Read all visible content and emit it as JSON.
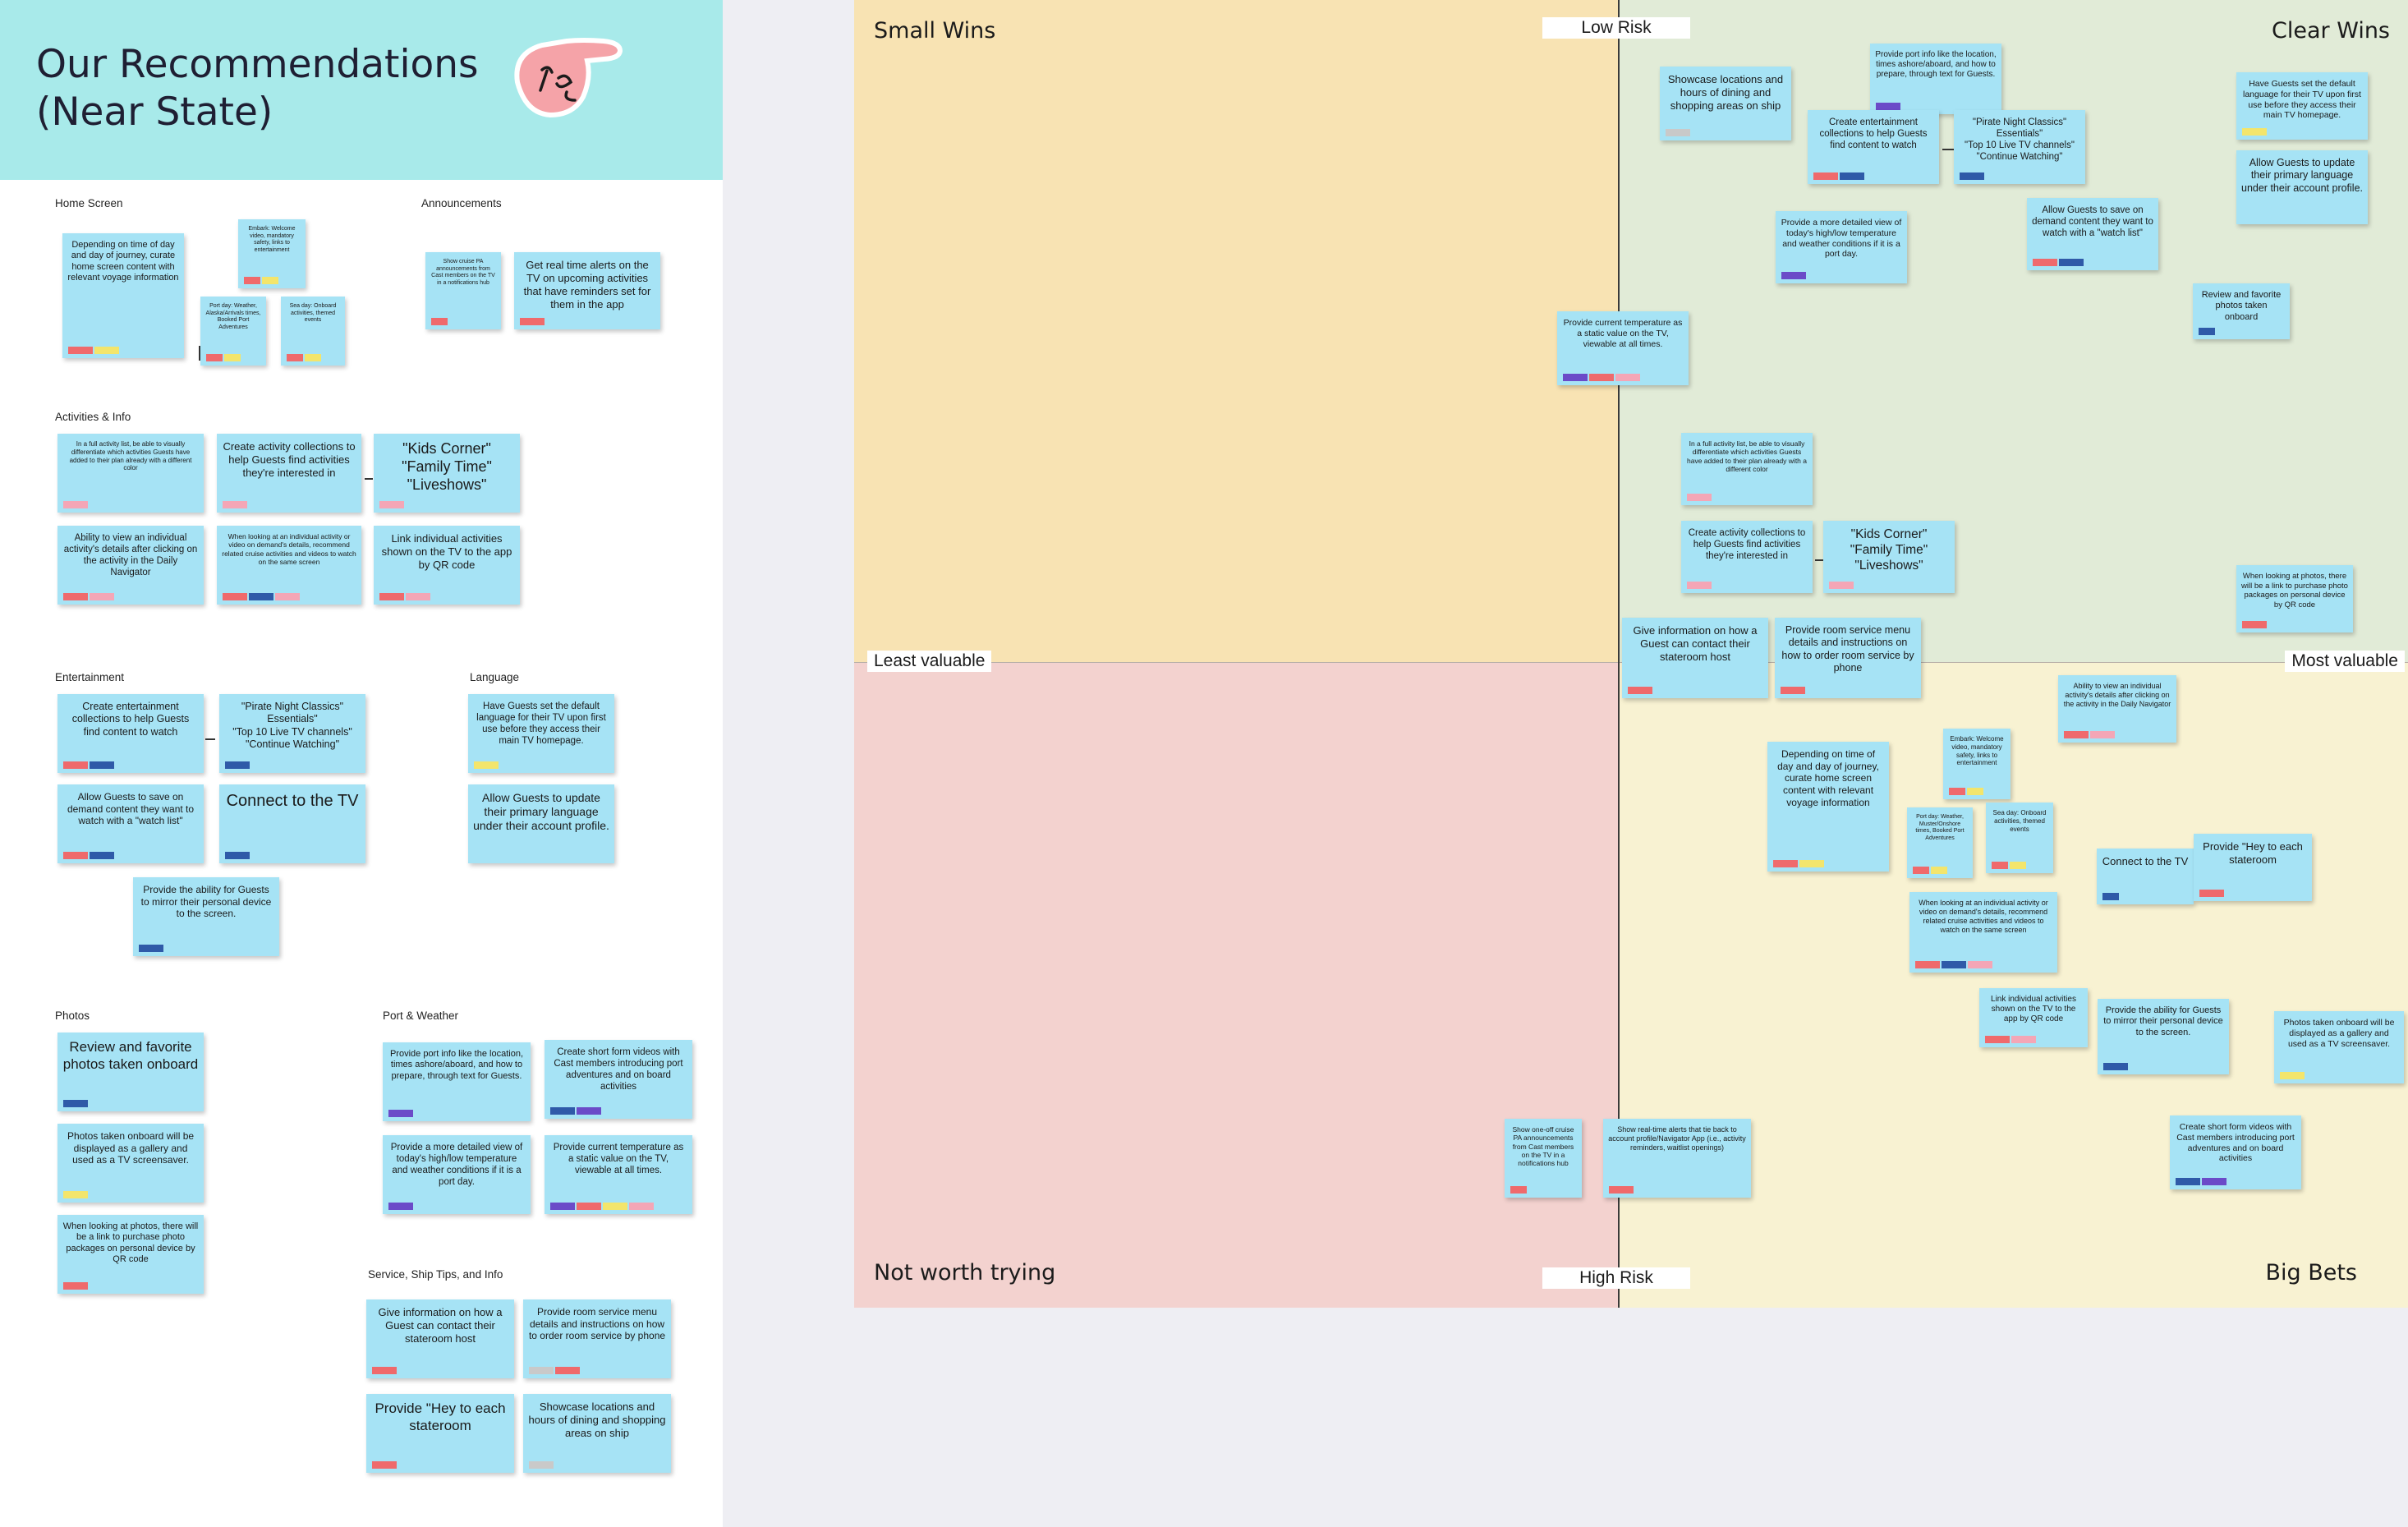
{
  "page": {
    "title": "Our Recommendations\n(Near State)"
  },
  "tag_colors": {
    "red": "#ef6a6c",
    "pink": "#f4a6b6",
    "yellow": "#f3e56c",
    "blue": "#2f5aa8",
    "purple": "#6b4bc8",
    "gray": "#c9c9c9"
  },
  "left": {
    "sections": [
      {
        "id": "home",
        "label": "Home Screen"
      },
      {
        "id": "announcements",
        "label": "Announcements"
      },
      {
        "id": "activities",
        "label": "Activities & Info"
      },
      {
        "id": "entertainment",
        "label": "Entertainment"
      },
      {
        "id": "language",
        "label": "Language"
      },
      {
        "id": "photos",
        "label": "Photos"
      },
      {
        "id": "port",
        "label": "Port & Weather"
      },
      {
        "id": "service",
        "label": "Service, Ship Tips, and Info"
      }
    ],
    "notes": [
      {
        "id": "home-curate",
        "text": "Depending on time of day and day of journey, curate home screen content with relevant voyage information",
        "tags": [
          "red",
          "yellow"
        ]
      },
      {
        "id": "home-embark",
        "text": "Embark: Welcome video, mandatory safety, links to entertainment",
        "tags": [
          "red",
          "yellow"
        ]
      },
      {
        "id": "home-portday",
        "text": "Port day: Weather, Alaska/Arrivals times, Booked Port Adventures",
        "tags": [
          "red",
          "yellow"
        ]
      },
      {
        "id": "home-seaday",
        "text": "Sea day: Onboard activities, themed events",
        "tags": [
          "red",
          "yellow"
        ]
      },
      {
        "id": "ann-pa",
        "text": "Show cruise PA announcements from Cast members on the TV in a notifications hub",
        "tags": [
          "red"
        ]
      },
      {
        "id": "ann-alerts",
        "text": "Get real time alerts on the TV on upcoming activities that have reminders set for them in the app",
        "tags": [
          "red"
        ]
      },
      {
        "id": "act-differentiate",
        "text": "In a full activity list, be able to visually differentiate which activities Guests have added to their plan already with a different color",
        "tags": [
          "pink"
        ]
      },
      {
        "id": "act-collections",
        "text": "Create activity collections to help Guests find activities they're interested in",
        "tags": [
          "pink"
        ]
      },
      {
        "id": "act-kids",
        "text": "\"Kids Corner\"\n\"Family Time\"\n\"Liveshows\"",
        "tags": [
          "pink"
        ]
      },
      {
        "id": "act-details",
        "text": "Ability to view an individual activity's details after clicking on the activity in the Daily Navigator",
        "tags": [
          "red",
          "pink"
        ]
      },
      {
        "id": "act-recommend",
        "text": "When looking at an individual activity or video on demand's details, recommend related cruise activities and videos to watch on the same screen",
        "tags": [
          "red",
          "blue",
          "pink"
        ]
      },
      {
        "id": "act-qr",
        "text": "Link individual activities shown on the TV to the app by QR code",
        "tags": [
          "red",
          "pink"
        ]
      },
      {
        "id": "ent-collections",
        "text": "Create entertainment collections to help Guests find content to watch",
        "tags": [
          "red",
          "blue"
        ]
      },
      {
        "id": "ent-pirate",
        "text": "\"Pirate Night Classics\"\n Essentials\"\n\"Top 10 Live TV channels\"\n\"Continue Watching\"",
        "tags": [
          "blue"
        ]
      },
      {
        "id": "ent-save",
        "text": "Allow Guests to save on demand content they want to watch with a \"watch list\"",
        "tags": [
          "red",
          "blue"
        ]
      },
      {
        "id": "ent-connect",
        "text": "Connect to the TV",
        "tags": [
          "blue"
        ]
      },
      {
        "id": "ent-mirror",
        "text": "Provide the ability for Guests to mirror their personal device to the screen.",
        "tags": [
          "blue"
        ]
      },
      {
        "id": "lang-default",
        "text": "Have Guests set the default language for their TV upon first use before they access their main TV homepage.",
        "tags": [
          "yellow"
        ]
      },
      {
        "id": "lang-update",
        "text": "Allow Guests to update their primary language under their account profile.",
        "tags": []
      },
      {
        "id": "photo-review",
        "text": "Review and favorite photos taken onboard",
        "tags": [
          "blue"
        ]
      },
      {
        "id": "photo-gallery",
        "text": "Photos taken onboard will be displayed as a gallery and used as a TV screensaver.",
        "tags": [
          "yellow"
        ]
      },
      {
        "id": "photo-purchase",
        "text": "When looking at photos, there will be a link to purchase photo packages on personal device by QR code",
        "tags": [
          "red"
        ]
      },
      {
        "id": "port-info",
        "text": "Provide port info like the location, times ashore/aboard, and how to prepare, through text for Guests.",
        "tags": [
          "purple"
        ]
      },
      {
        "id": "port-videos",
        "text": "Create short form videos with Cast members introducing port adventures and on board activities",
        "tags": [
          "blue",
          "purple"
        ]
      },
      {
        "id": "port-forecast",
        "text": "Provide a more detailed view of today's high/low temperature and weather conditions if it is a port day.",
        "tags": [
          "purple"
        ]
      },
      {
        "id": "port-temp",
        "text": "Provide current temperature as a static value on the TV, viewable at all times.",
        "tags": [
          "purple",
          "red",
          "yellow",
          "pink"
        ]
      },
      {
        "id": "svc-host",
        "text": "Give information on how a Guest can contact their stateroom host",
        "tags": [
          "red"
        ]
      },
      {
        "id": "svc-roomservice",
        "text": "Provide room service menu details and instructions on how to order room service by phone",
        "tags": [
          "gray",
          "red"
        ]
      },
      {
        "id": "svc-hey",
        "text": "Provide \"Hey to each stateroom",
        "tags": [
          "red"
        ]
      },
      {
        "id": "svc-dining",
        "text": "Showcase locations and hours of dining and shopping areas on ship",
        "tags": [
          "gray"
        ]
      }
    ]
  },
  "matrix": {
    "quadrants": {
      "top_left": {
        "label": "Small Wins",
        "color": "#f8e3b3"
      },
      "top_right": {
        "label": "Clear Wins",
        "color": "#e1ebd7"
      },
      "bottom_left": {
        "label": "Not worth trying",
        "color": "#f3d2cf"
      },
      "bottom_right": {
        "label": "Big Bets",
        "color": "#f8f2d2"
      }
    },
    "axis": {
      "top": "Low Risk",
      "bottom": "High Risk",
      "left": "Least valuable",
      "right": "Most valuable"
    },
    "notes": [
      {
        "id": "m-dining",
        "text": "Showcase locations and hours of dining and shopping areas on ship",
        "tags": [
          "gray"
        ]
      },
      {
        "id": "m-portinfo",
        "text": "Provide port info like the location, times ashore/aboard, and how to prepare, through text for Guests.",
        "tags": [
          "purple"
        ]
      },
      {
        "id": "m-entcoll",
        "text": "Create entertainment collections to help Guests find content to watch",
        "tags": [
          "red",
          "blue"
        ]
      },
      {
        "id": "m-pirate",
        "text": "\"Pirate Night Classics\"\n Essentials\"\n\"Top 10 Live TV channels\"\n\"Continue Watching\"",
        "tags": [
          "blue"
        ]
      },
      {
        "id": "m-langdefault",
        "text": "Have Guests set the default language for their TV upon first use before they access their main TV homepage.",
        "tags": [
          "yellow"
        ]
      },
      {
        "id": "m-langupdate",
        "text": "Allow Guests to update their primary language under their account profile.",
        "tags": []
      },
      {
        "id": "m-forecast",
        "text": "Provide a more detailed view of today's high/low temperature and weather conditions if it is a port day.",
        "tags": [
          "purple"
        ]
      },
      {
        "id": "m-save",
        "text": "Allow Guests to save on demand content they want to watch with a \"watch list\"",
        "tags": [
          "red",
          "blue"
        ]
      },
      {
        "id": "m-review",
        "text": "Review and favorite photos taken onboard",
        "tags": [
          "blue"
        ]
      },
      {
        "id": "m-temp",
        "text": "Provide current temperature as a static value on the TV, viewable at all times.",
        "tags": [
          "purple",
          "red",
          "pink"
        ]
      },
      {
        "id": "m-differentiate",
        "text": "In a full activity list, be able to visually differentiate which activities Guests have added to their plan already with a different color",
        "tags": [
          "pink"
        ]
      },
      {
        "id": "m-actcoll",
        "text": "Create activity collections to help Guests find activities they're interested in",
        "tags": [
          "pink"
        ]
      },
      {
        "id": "m-kids",
        "text": "\"Kids Corner\"\n\"Family Time\"\n\"Liveshows\"",
        "tags": [
          "pink"
        ]
      },
      {
        "id": "m-purchase",
        "text": "When looking at photos, there will be a link to purchase photo packages on personal device by QR code",
        "tags": [
          "red"
        ]
      },
      {
        "id": "m-host",
        "text": "Give information on how a Guest can contact their stateroom host",
        "tags": [
          "red"
        ]
      },
      {
        "id": "m-roomservice",
        "text": "Provide room service menu details and instructions on how to order room service by phone",
        "tags": [
          "red"
        ]
      },
      {
        "id": "m-details",
        "text": "Ability to view an individual activity's details after clicking on the activity in the Daily Navigator",
        "tags": [
          "red",
          "pink"
        ]
      },
      {
        "id": "m-curate",
        "text": "Depending on time of day and day of journey, curate home screen content with relevant voyage information",
        "tags": [
          "red",
          "yellow"
        ]
      },
      {
        "id": "m-embark",
        "text": "Embark: Welcome video, mandatory safety, links to entertainment",
        "tags": [
          "red",
          "yellow"
        ]
      },
      {
        "id": "m-portday",
        "text": "Port day: Weather, Muster/Onshore times, Booked Port Adventures",
        "tags": [
          "red",
          "yellow"
        ]
      },
      {
        "id": "m-seaday",
        "text": "Sea day: Onboard activities, themed events",
        "tags": [
          "red",
          "yellow"
        ]
      },
      {
        "id": "m-connect",
        "text": "Connect to the TV",
        "tags": [
          "blue"
        ]
      },
      {
        "id": "m-hey",
        "text": "Provide \"Hey to each stateroom",
        "tags": [
          "red"
        ]
      },
      {
        "id": "m-recommend",
        "text": "When looking at an individual activity or video on demand's details, recommend related cruise activities and videos to watch on the same screen",
        "tags": [
          "red",
          "blue",
          "pink"
        ]
      },
      {
        "id": "m-qr",
        "text": "Link individual activities shown on the TV to the app by QR code",
        "tags": [
          "red",
          "pink"
        ]
      },
      {
        "id": "m-mirror",
        "text": "Provide the ability for Guests to mirror their personal device to the screen.",
        "tags": [
          "blue"
        ]
      },
      {
        "id": "m-gallery",
        "text": "Photos taken onboard will be displayed as a gallery and used as a TV screensaver.",
        "tags": [
          "yellow"
        ]
      },
      {
        "id": "m-pa",
        "text": "Show one-off cruise PA announcements from Cast members on the TV in a notifications hub",
        "tags": [
          "red"
        ]
      },
      {
        "id": "m-alerts",
        "text": "Show real-time alerts that tie back to account profile/Navigator App (i.e., activity reminders, waitlist openings)",
        "tags": [
          "red"
        ]
      },
      {
        "id": "m-videos",
        "text": "Create short form videos with Cast members introducing port adventures and on board activities",
        "tags": [
          "blue",
          "purple"
        ]
      }
    ]
  }
}
